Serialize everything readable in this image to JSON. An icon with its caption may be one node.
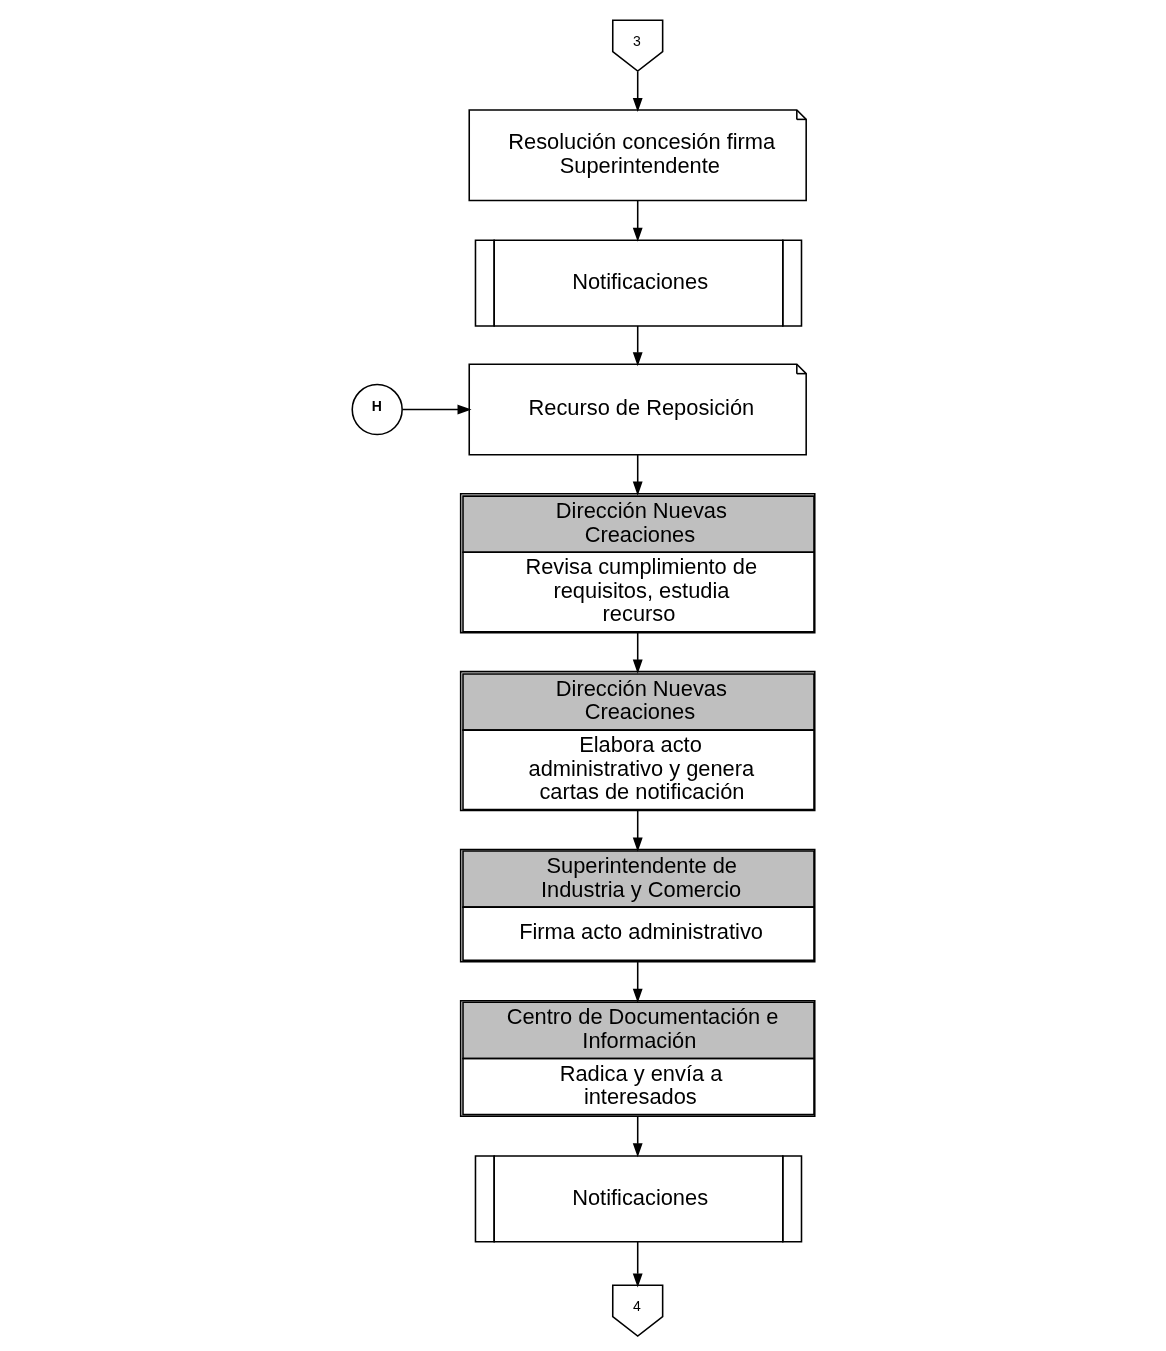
{
  "diagram": {
    "nodes": [
      {
        "text": [
          "3"
        ]
      },
      {
        "text": [
          "Resolución concesión firma Superintendente"
        ]
      },
      {
        "text": [
          "Notificaciones"
        ]
      },
      {
        "text": [
          "H"
        ]
      },
      {
        "text": [
          "Recurso de Reposición"
        ]
      },
      {
        "text": [
          "Dirección Nuevas Creaciones",
          "Revisa cumplimiento de requisitos, estudia recurso"
        ]
      },
      {
        "text": [
          "Dirección Nuevas Creaciones",
          "Elabora acto administrativo y genera cartas de notificación"
        ]
      },
      {
        "text": [
          "Superintendente de Industria y Comercio",
          "Firma acto administrativo"
        ]
      },
      {
        "text": [
          "Centro de Documentación e Información",
          "Radica y envía a interesados"
        ]
      },
      {
        "text": [
          "Notificaciones"
        ]
      },
      {
        "text": [
          "4"
        ]
      }
    ],
    "edges": [
      {
        "from": 0,
        "to": 1,
        "arrow": "to"
      },
      {
        "from": 1,
        "to": 2,
        "arrow": "to"
      },
      {
        "from": 2,
        "to": 4,
        "arrow": "to"
      },
      {
        "from": 3,
        "to": 4,
        "arrow": "to"
      },
      {
        "from": 4,
        "to": 5,
        "arrow": "to"
      },
      {
        "from": 5,
        "to": 6,
        "arrow": "to"
      },
      {
        "from": 6,
        "to": 7,
        "arrow": "to"
      },
      {
        "from": 7,
        "to": 8,
        "arrow": "to"
      },
      {
        "from": 8,
        "to": 9,
        "arrow": "to"
      },
      {
        "from": 9,
        "to": 10,
        "arrow": "to"
      }
    ]
  }
}
